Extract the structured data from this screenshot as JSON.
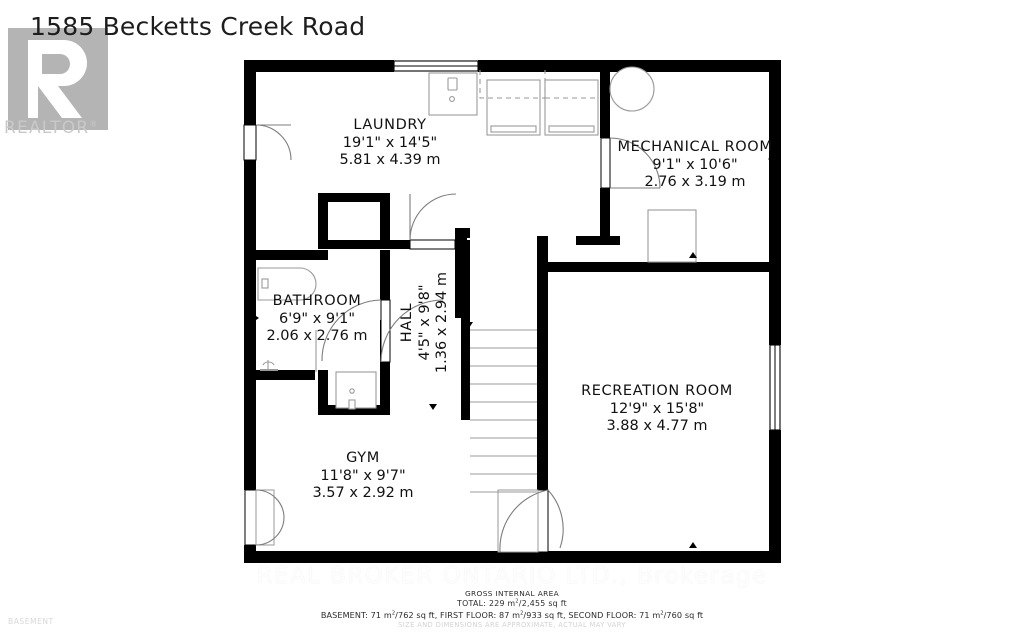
{
  "header": {
    "title": "1585 Becketts Creek Road"
  },
  "branding": {
    "realtor_logo_name": "realtor-logo",
    "realtor_wordmark": "REALTOR",
    "realtor_registered": "®",
    "watermark": "REAL BROKER ONTARIO LTD., Brokerage",
    "floor_tag": "BASEMENT"
  },
  "colors": {
    "wall": "#000000",
    "fixture_line": "#9a9a9a",
    "text": "#111111",
    "logo_gray": "#b4b4b4",
    "watermark": "#fdfdfd",
    "muted": "#d2d2d2"
  },
  "rooms": [
    {
      "id": "laundry",
      "name": "LAUNDRY",
      "imperial": "19'1\" x 14'5\"",
      "metric": "5.81 x 4.39 m",
      "orientation": "horizontal"
    },
    {
      "id": "mechanical-room",
      "name": "MECHANICAL ROOM",
      "imperial": "9'1\" x 10'6\"",
      "metric": "2.76 x 3.19 m",
      "orientation": "horizontal"
    },
    {
      "id": "bathroom",
      "name": "BATHROOM",
      "imperial": "6'9\" x 9'1\"",
      "metric": "2.06 x 2.76 m",
      "orientation": "horizontal"
    },
    {
      "id": "hall",
      "name": "HALL",
      "imperial": "4'5\" x 9'8\"",
      "metric": "1.36 x 2.94 m",
      "orientation": "vertical"
    },
    {
      "id": "recreation-room",
      "name": "RECREATION ROOM",
      "imperial": "12'9\" x 15'8\"",
      "metric": "3.88 x 4.77 m",
      "orientation": "horizontal"
    },
    {
      "id": "gym",
      "name": "GYM",
      "imperial": "11'8\" x 9'7\"",
      "metric": "3.57 x 2.92 m",
      "orientation": "horizontal"
    }
  ],
  "footer": {
    "line1": "GROSS INTERNAL AREA",
    "line2_prefix": "TOTAL: 229 m",
    "line2_suffix": "/2,455 sq ft",
    "line3_a_prefix": "BASEMENT: 71 m",
    "line3_a_suffix": "/762 sq ft, ",
    "line3_b_prefix": "FIRST FLOOR: 87 m",
    "line3_b_suffix": "/933 sq ft, ",
    "line3_c_prefix": "SECOND FLOOR: 71 m",
    "line3_c_suffix": "/760 sq ft",
    "superscript": "2",
    "disclaimer": "SIZE AND DIMENSIONS ARE APPROXIMATE, ACTUAL MAY VARY"
  },
  "fixtures": [
    {
      "name": "laundry-sink",
      "type": "sink"
    },
    {
      "name": "washer",
      "type": "appliance"
    },
    {
      "name": "dryer",
      "type": "appliance"
    },
    {
      "name": "water-heater",
      "type": "circle-tank"
    },
    {
      "name": "furnace",
      "type": "square-unit"
    },
    {
      "name": "bathtub",
      "type": "tub"
    },
    {
      "name": "shower-head",
      "type": "shower"
    },
    {
      "name": "bathroom-sink",
      "type": "sink"
    },
    {
      "name": "staircase",
      "type": "stairs"
    }
  ]
}
